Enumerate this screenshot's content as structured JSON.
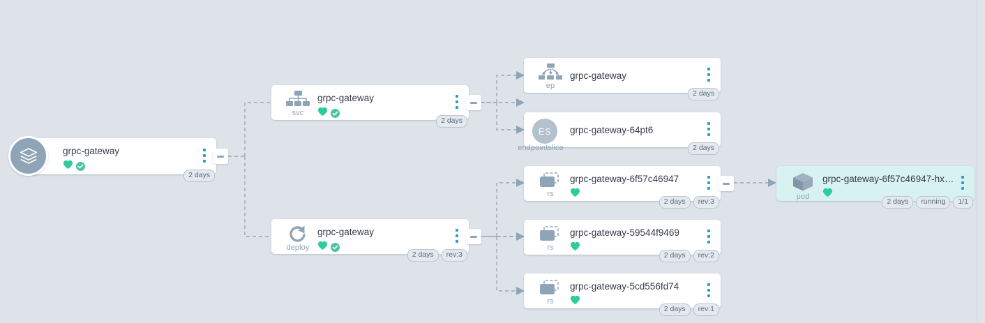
{
  "canvas": {
    "background": "#dde3e9",
    "accent_kebab": "#2ba0bd",
    "healthy_color": "#2ecc9b",
    "synced_color": "#4bc69c",
    "selected_node_bg": "#d7f2f1",
    "icon_color": "#8fa4b6"
  },
  "nodes": [
    {
      "id": "root",
      "kind": "",
      "icon": "layers-stack-icon",
      "title": "grpc-gateway",
      "status": [
        "heart-icon",
        "check-circle-icon"
      ],
      "badges": [
        "2 days"
      ],
      "selected": false,
      "collapse_label": "collapse-toggle"
    },
    {
      "id": "svc",
      "kind": "svc",
      "icon": "service-hierarchy-icon",
      "title": "grpc-gateway",
      "status": [
        "heart-icon",
        "check-circle-icon"
      ],
      "badges": [
        "2 days"
      ],
      "selected": false,
      "collapse_label": "collapse-toggle"
    },
    {
      "id": "deploy",
      "kind": "deploy",
      "icon": "deployment-rotate-icon",
      "title": "grpc-gateway",
      "status": [
        "heart-icon",
        "check-circle-icon"
      ],
      "badges": [
        "2 days",
        "rev:3"
      ],
      "selected": false,
      "collapse_label": "collapse-toggle"
    },
    {
      "id": "ep",
      "kind": "ep",
      "icon": "endpoints-fanout-icon",
      "title": "grpc-gateway",
      "status": [],
      "badges": [
        "2 days"
      ],
      "selected": false
    },
    {
      "id": "endpointslice",
      "kind": "endpointslice",
      "icon": "es-avatar-icon",
      "avatar_text": "ES",
      "title": "grpc-gateway-64pt6",
      "status": [],
      "badges": [
        "2 days"
      ],
      "selected": false
    },
    {
      "id": "rs1",
      "kind": "rs",
      "icon": "replicaset-stack-icon",
      "title": "grpc-gateway-6f57c46947",
      "status": [
        "heart-icon"
      ],
      "badges": [
        "2 days",
        "rev:3"
      ],
      "selected": false,
      "collapse_label": "collapse-toggle"
    },
    {
      "id": "rs2",
      "kind": "rs",
      "icon": "replicaset-stack-icon",
      "title": "grpc-gateway-59544f9469",
      "status": [
        "heart-icon"
      ],
      "badges": [
        "2 days",
        "rev:2"
      ],
      "selected": false
    },
    {
      "id": "rs3",
      "kind": "rs",
      "icon": "replicaset-stack-icon",
      "title": "grpc-gateway-5cd556fd74",
      "status": [
        "heart-icon"
      ],
      "badges": [
        "2 days",
        "rev:1"
      ],
      "selected": false
    },
    {
      "id": "pod",
      "kind": "pod",
      "icon": "pod-cube-icon",
      "title": "grpc-gateway-6f57c46947-hx…",
      "status": [
        "heart-icon"
      ],
      "badges": [
        "2 days",
        "running",
        "1/1"
      ],
      "selected": true
    }
  ]
}
